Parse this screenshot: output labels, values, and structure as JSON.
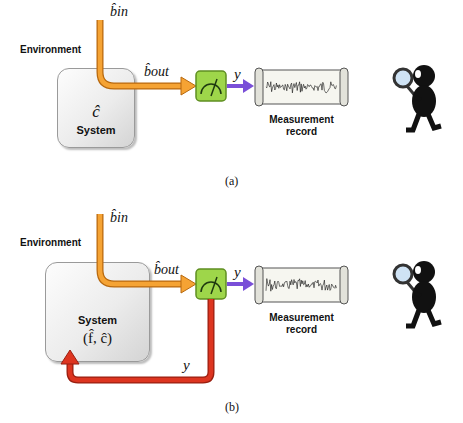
{
  "diagram": {
    "nodes": [
      {
        "text": [
          "ĉ",
          "System"
        ]
      },
      {
        "text": [
          "Measurement record"
        ]
      },
      {
        "text": [
          "System",
          "(f̂, ĉ)"
        ]
      },
      {
        "text": [
          "Measurement record"
        ]
      }
    ],
    "labels": [
      "Environment",
      "b̂in",
      "b̂out",
      "y",
      "(a)",
      "Environment",
      "b̂in",
      "b̂out",
      "y",
      "y",
      "(b)"
    ]
  }
}
